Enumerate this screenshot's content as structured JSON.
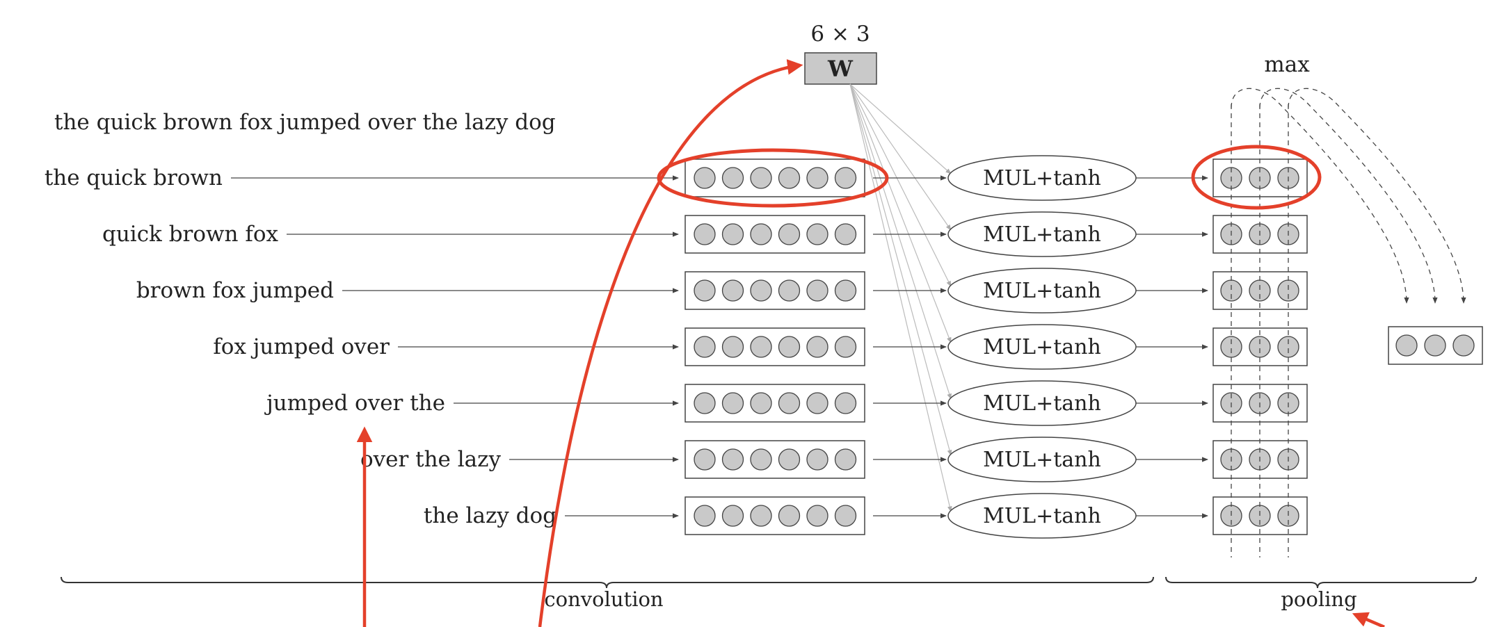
{
  "sentence": "the quick brown fox jumped over the lazy dog",
  "weight": {
    "dims": "6 × 3",
    "label": "W"
  },
  "pool_op": "max",
  "trigrams": [
    "the quick brown",
    "quick brown fox",
    "brown fox jumped",
    "fox jumped over",
    "jumped over the",
    "over the lazy",
    "the lazy dog"
  ],
  "op_label": "MUL+tanh",
  "embedding_size": 6,
  "output_size": 3,
  "sections": {
    "convolution": "convolution",
    "pooling": "pooling"
  },
  "colors": {
    "cell_fill": "#c9c9c9",
    "weight_fill": "#c9c9c9",
    "highlight": "#e4402a",
    "line": "#444444",
    "light_line": "#bbbbbb"
  },
  "annotations": [
    "highlight-trigram-embedding",
    "highlight-first-output",
    "arrow-to-weight",
    "arrow-to-trigram-label",
    "arrow-to-pooling"
  ]
}
